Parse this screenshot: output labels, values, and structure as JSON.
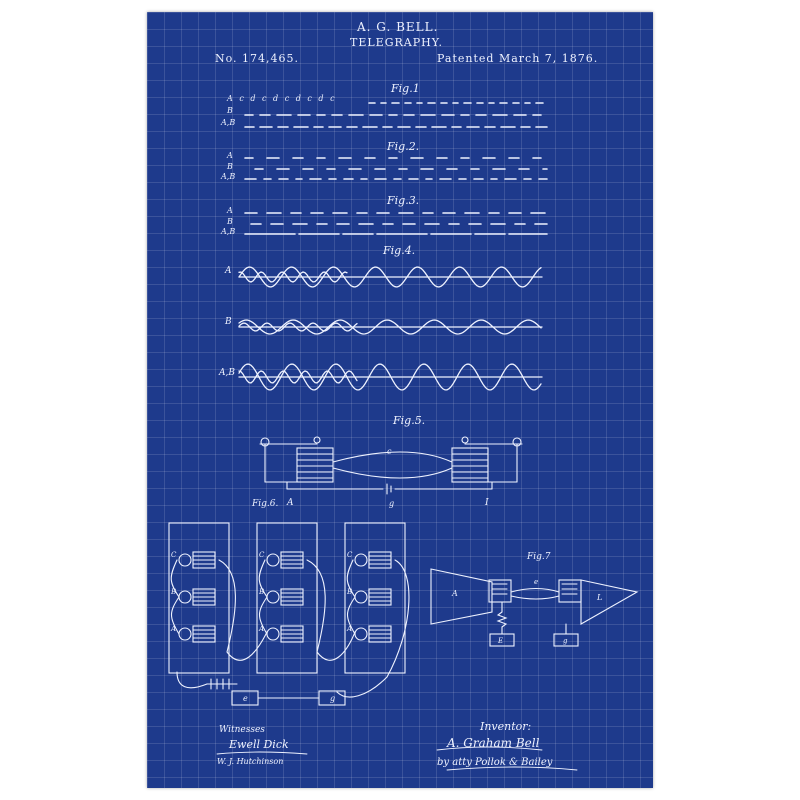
{
  "header": {
    "title": "A. G. BELL.",
    "subtitle": "TELEGRAPHY.",
    "patent_no": "No. 174,465.",
    "patented": "Patented March 7, 1876."
  },
  "figures": {
    "fig1": "Fig.1",
    "fig2": "Fig.2.",
    "fig3": "Fig.3.",
    "fig4": "Fig.4.",
    "fig5": "Fig.5.",
    "fig6": "Fig.6.",
    "fig7": "Fig.7"
  },
  "row_labels": {
    "a": "A",
    "b": "B",
    "ab": "A,B"
  },
  "fig1_letters": "A c d c d c d c d c",
  "fig5_labels": {
    "a": "A",
    "c": "c",
    "g": "g",
    "i": "I"
  },
  "fig6_labels": {
    "c": "C",
    "b": "B",
    "a": "A",
    "e": "e",
    "g": "g"
  },
  "fig7_labels": {
    "a": "A",
    "e": "e",
    "l": "L",
    "e2": "E",
    "g": "g"
  },
  "footer": {
    "witnesses_label": "Witnesses",
    "inventor_label": "Inventor:",
    "witness_sig_1": "Ewell Dick",
    "witness_sig_2": "W. J. Hutchinson",
    "inventor_sig": "A. Graham Bell",
    "attorney_sig": "by atty Pollok & Bailey"
  },
  "colors": {
    "paper": "#1e3a8c",
    "ink": "#eef2ff",
    "grid": "rgba(255,255,255,0.13)"
  }
}
